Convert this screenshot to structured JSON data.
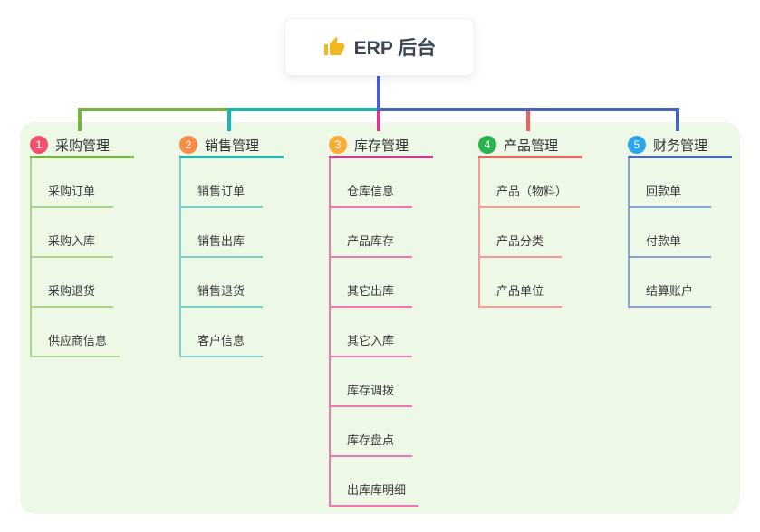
{
  "root": {
    "icon": "thumbs-up",
    "label": "ERP 后台"
  },
  "connector": {
    "root_line_color": "#4a5ec8"
  },
  "panel_bg": "#edf8e7",
  "branches": [
    {
      "num": "1",
      "label": "采购管理",
      "badge_color": "#f2506e",
      "line_color": "#76b43e",
      "child_line_color": "#a9d489",
      "children": [
        "采购订单",
        "采购入库",
        "采购退货",
        "供应商信息"
      ]
    },
    {
      "num": "2",
      "label": "销售管理",
      "badge_color": "#fb8c46",
      "line_color": "#17b8b1",
      "child_line_color": "#79d2cb",
      "children": [
        "销售订单",
        "销售出库",
        "销售退货",
        "客户信息"
      ]
    },
    {
      "num": "3",
      "label": "库存管理",
      "badge_color": "#fbac33",
      "line_color": "#d6368b",
      "child_line_color": "#f078b2",
      "children": [
        "仓库信息",
        "产品库存",
        "其它出库",
        "其它入库",
        "库存调拨",
        "库存盘点",
        "出库库明细"
      ]
    },
    {
      "num": "4",
      "label": "产品管理",
      "badge_color": "#27b24b",
      "line_color": "#f2605c",
      "child_line_color": "#f59b95",
      "children": [
        "产品（物料）",
        "产品分类",
        "产品单位"
      ]
    },
    {
      "num": "5",
      "label": "财务管理",
      "badge_color": "#2ba6ed",
      "line_color": "#4565c0",
      "child_line_color": "#8aa2da",
      "children": [
        "回款单",
        "付款单",
        "结算账户"
      ]
    }
  ]
}
